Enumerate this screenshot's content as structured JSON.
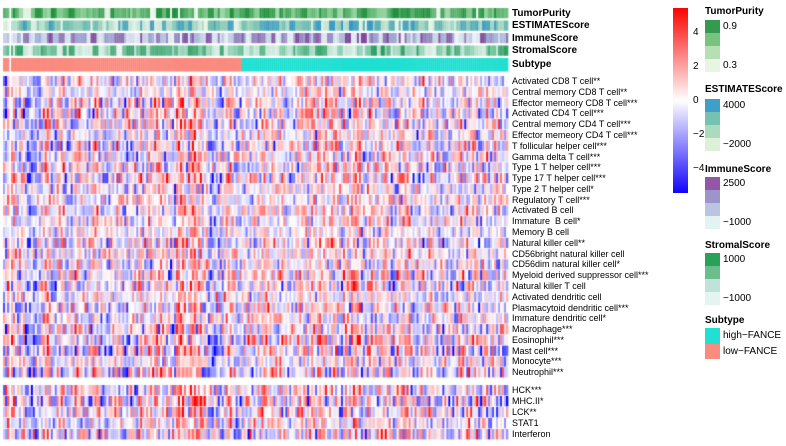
{
  "colorbar": {
    "ticks": [
      "4",
      "2",
      "0",
      "−2",
      "−4"
    ],
    "top_color": "#f90400",
    "mid_color": "#ffffff",
    "bottom_color": "#1203fb"
  },
  "legends": [
    {
      "title": "TumorPurity",
      "top_label": "0.9",
      "bottom_label": "0.3",
      "colors": [
        "#339a50",
        "#77c37f",
        "#b6e0b3",
        "#e7f6e3"
      ]
    },
    {
      "title": "ESTIMATEScore",
      "top_label": "4000",
      "bottom_label": "−2000",
      "colors": [
        "#3f9fc6",
        "#76c2b2",
        "#abdabc",
        "#ddf0d8"
      ]
    },
    {
      "title": "ImmuneScore",
      "top_label": "2500",
      "bottom_label": "−1000",
      "colors": [
        "#9357a8",
        "#9d95c9",
        "#bac6e0",
        "#e3f2f3"
      ]
    },
    {
      "title": "StromalScore",
      "top_label": "1000",
      "bottom_label": "−1000",
      "colors": [
        "#2aa159",
        "#6cbd8c",
        "#bfe2da",
        "#e4f4f0"
      ]
    }
  ],
  "subtype_legend": {
    "title": "Subtype",
    "items": [
      {
        "label": "high−FANCE",
        "color": "#1fe0d2"
      },
      {
        "label": "low−FANCE",
        "color": "#fa8b7f"
      }
    ]
  },
  "chart_data": {
    "type": "heatmap",
    "description": "Immune cell infiltration heatmap (z-scored ssGSEA enrichment per sample column) with sample annotation tracks; columns split into low−FANCE (left, salmon) and high−FANCE (right, cyan) subtype groups",
    "value_scale": {
      "ticks": [
        4,
        2,
        0,
        -2,
        -4
      ],
      "range": [
        -4,
        4
      ],
      "colormap": [
        "#1203fb",
        "#ffffff",
        "#f90400"
      ]
    },
    "n_samples_approx": 253,
    "sample_groups": [
      {
        "name": "low−FANCE",
        "side": "left",
        "color": "#fa8b7f",
        "fraction": 0.465
      },
      {
        "name": "high−FANCE",
        "side": "right",
        "color": "#1fe0d2",
        "fraction": 0.535
      }
    ],
    "annotation_rows": [
      {
        "label": "TumorPurity",
        "legend_max": "0.9",
        "legend_min": "0.3"
      },
      {
        "label": "ESTIMATEScore",
        "legend_max": "4000",
        "legend_min": "−2000"
      },
      {
        "label": "ImmuneScore",
        "legend_max": "2500",
        "legend_min": "−1000"
      },
      {
        "label": "StromalScore",
        "legend_max": "1000",
        "legend_min": "−1000"
      },
      {
        "label": "Subtype",
        "groups": [
          "high−FANCE",
          "low−FANCE"
        ]
      }
    ],
    "row_blocks": [
      {
        "rows": [
          "Activated CD8 T cell**",
          "Central memory CD8 T cell**",
          "Effector memeory CD8 T cell***",
          "Activated CD4 T cell***",
          "Central memory CD4 T cell***",
          "Effector memeory CD4 T cell***",
          "T follicular helper cell***",
          "Gamma delta T cell***",
          "Type 1 T helper cell***",
          "Type 17 T helper cell***",
          "Type 2 T helper cell*",
          "Regulatory T cell***",
          "Activated B cell",
          "Immature  B cell*",
          "Memory B cell",
          "Natural killer cell**",
          "CD56bright natural killer cell",
          "CD56dim natural killer cell*",
          "Myeloid derived suppressor cell***",
          "Natural killer T cell",
          "Activated dendritic cell",
          "Plasmacytoid dendritic cell***",
          "Immature dendritic cell*",
          "Macrophage***",
          "Eosinophil***",
          "Mast cell***",
          "Monocyte***",
          "Neutrophil***"
        ]
      },
      {
        "rows": [
          "HCK***",
          "MHC.II*",
          "LCK**",
          "STAT1",
          "Interferon"
        ]
      }
    ],
    "cell_values_note": "individual cell z-scores not resolvable from pixels; rendered as seeded synthetic matrix matching observed blue-white-red distribution"
  }
}
